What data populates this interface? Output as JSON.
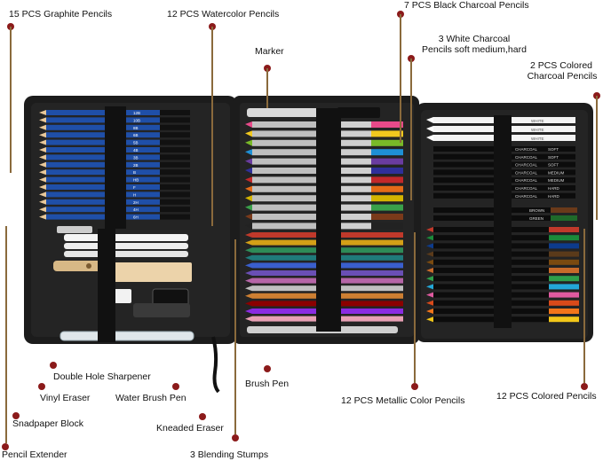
{
  "labels": {
    "graphite": "15 PCS Graphite Pencils",
    "watercolor": "12 PCS Watercolor Pencils",
    "black_charcoal": "7 PCS Black Charcoal Pencils",
    "white_charcoal_1": "3 White Charcoal",
    "white_charcoal_2": "Pencils soft medium,hard",
    "marker": "Marker",
    "colored_charcoal_1": "2 PCS Colored",
    "colored_charcoal_2": "Charcoal Pencils",
    "sharpener": "Double Hole Sharpener",
    "vinyl_eraser": "Vinyl Eraser",
    "water_brush": "Water Brush Pen",
    "brush_pen": "Brush Pen",
    "metallic": "12 PCS Metallic Color Pencils",
    "colored": "12 PCS Colored Pencils",
    "sandpaper": "Snadpaper Block",
    "kneaded": "Kneaded Eraser",
    "extender": "Pencil Extender",
    "stumps": "3 Blending Stumps"
  },
  "pencil_marks": {
    "graphite": [
      "12B",
      "10B",
      "8B",
      "6B",
      "5B",
      "4B",
      "3B",
      "2B",
      "B",
      "HB",
      "F",
      "H",
      "2H",
      "4H",
      "6H"
    ],
    "charcoal": [
      "SOFT",
      "SOFT",
      "SOFT",
      "MEDIUM",
      "MEDIUM",
      "HARD",
      "HARD"
    ],
    "charcoal_word": "CHARCOAL",
    "white_tags": [
      "WHITE",
      "WHITE",
      "WHITE"
    ],
    "colored_charcoal": [
      "BROWN",
      "GREEN"
    ]
  },
  "colors": {
    "case": "#1c1c1c",
    "graphite_barrel": "#1f4fa8",
    "leader": "#8a6a3c",
    "dot": "#8b1a1a",
    "watercolor": [
      "#e84a8a",
      "#f1c81e",
      "#79b928",
      "#1e90d6",
      "#6a3ca0",
      "#2f2f9a",
      "#c2282a",
      "#e46b18",
      "#d4b400",
      "#3aa04a",
      "#7a3a1a",
      "#222222"
    ],
    "metallic": [
      "#c0392b",
      "#d4a017",
      "#2e8b57",
      "#1f7a7a",
      "#3a5fcd",
      "#6a4fb5",
      "#b565a7",
      "#c0c0c0",
      "#cd7f32",
      "#8b0000",
      "#8a2be2",
      "#e8a0b4"
    ],
    "colored": [
      "#c0392b",
      "#1b8a3a",
      "#0d3b8c",
      "#5a3a1a",
      "#7a4a10",
      "#c86a2a",
      "#2f9e4a",
      "#23a7d8",
      "#e05aa0",
      "#d94a1a",
      "#f2751a",
      "#f2c619"
    ]
  }
}
